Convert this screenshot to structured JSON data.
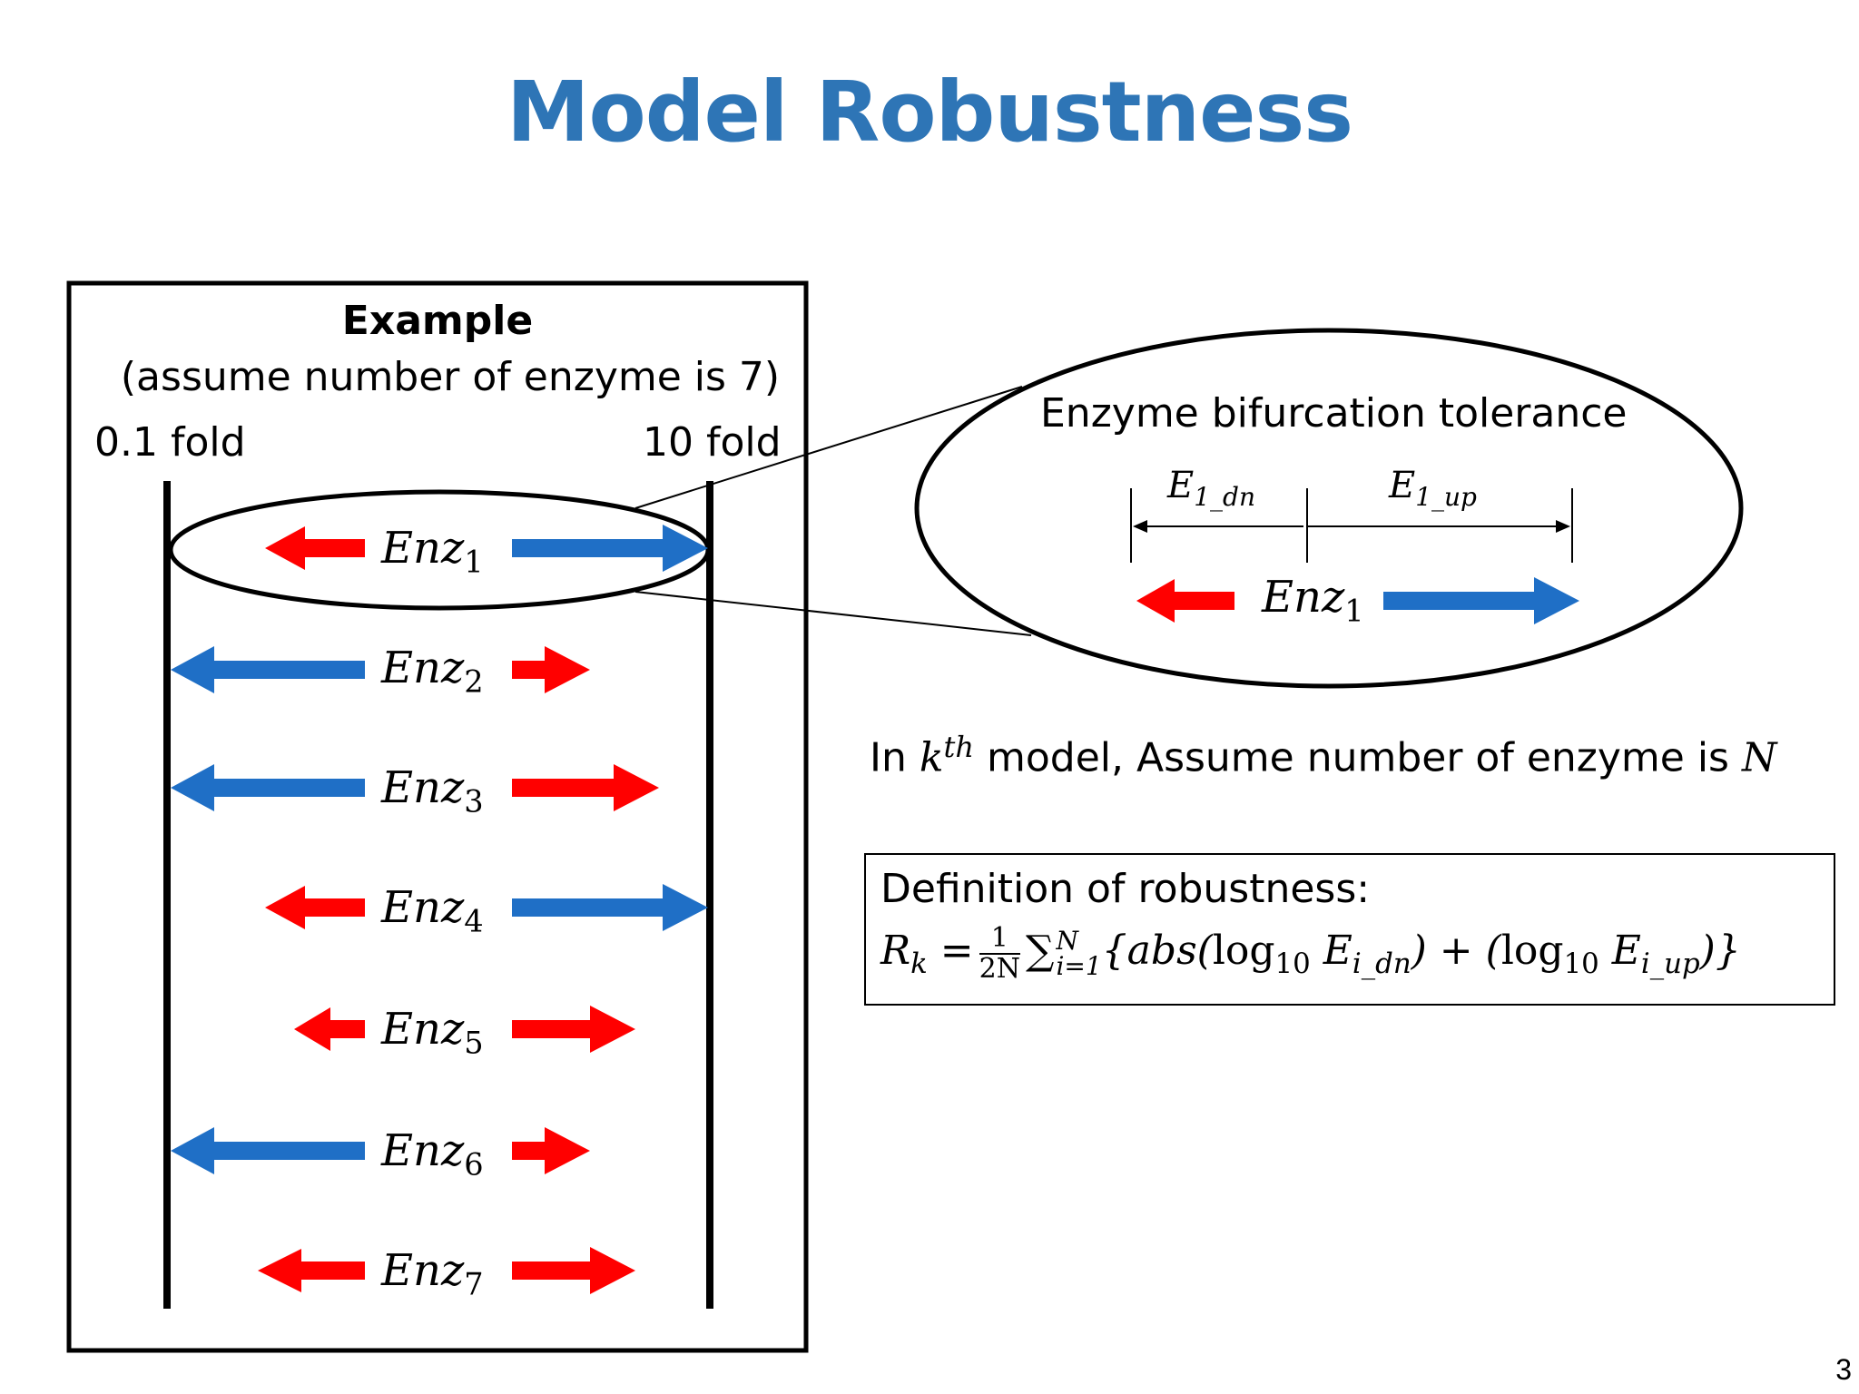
{
  "slide": {
    "title": "Model Robustness",
    "page_number": "3"
  },
  "example_panel": {
    "heading": "Example",
    "subheading": "(assume number of enzyme is 7)",
    "left_label": "0.1 fold",
    "right_label": "10 fold",
    "enzymes": [
      {
        "name": "Enz",
        "sub": "1",
        "down_color": "red",
        "up_color": "blue"
      },
      {
        "name": "Enz",
        "sub": "2",
        "down_color": "blue",
        "up_color": "red"
      },
      {
        "name": "Enz",
        "sub": "3",
        "down_color": "blue",
        "up_color": "red"
      },
      {
        "name": "Enz",
        "sub": "4",
        "down_color": "red",
        "up_color": "blue"
      },
      {
        "name": "Enz",
        "sub": "5",
        "down_color": "red",
        "up_color": "red"
      },
      {
        "name": "Enz",
        "sub": "6",
        "down_color": "blue",
        "up_color": "red"
      },
      {
        "name": "Enz",
        "sub": "7",
        "down_color": "red",
        "up_color": "red"
      }
    ]
  },
  "zoom": {
    "title": "Enzyme bifurcation tolerance",
    "e_dn": {
      "base": "E",
      "sub": "1_dn"
    },
    "e_up": {
      "base": "E",
      "sub": "1_up"
    },
    "enzyme": {
      "base": "Enz",
      "sub": "1"
    }
  },
  "statement": {
    "prefix": "In ",
    "k": "k",
    "sup": "th",
    "middle": " model, Assume number of enzyme is ",
    "N": "N"
  },
  "definition": {
    "heading": "Definition of robustness:",
    "lhs": "R",
    "lhs_sub": "k",
    "equals": " =",
    "frac_num": "1",
    "frac_den": "2N",
    "sum": "∑",
    "sum_upper": "N",
    "sum_lower": "i=1",
    "body_1": "{abs(",
    "log": "log",
    "log_sub": "10",
    "e1": " E",
    "e1_sub": "i_dn",
    "body_2": ") + (",
    "e2": " E",
    "e2_sub": "i_up",
    "body_3": ")}"
  },
  "colors": {
    "title": "#2e75b6",
    "blue_arrow": "#1f6fc6",
    "red_arrow": "#ff0000"
  }
}
